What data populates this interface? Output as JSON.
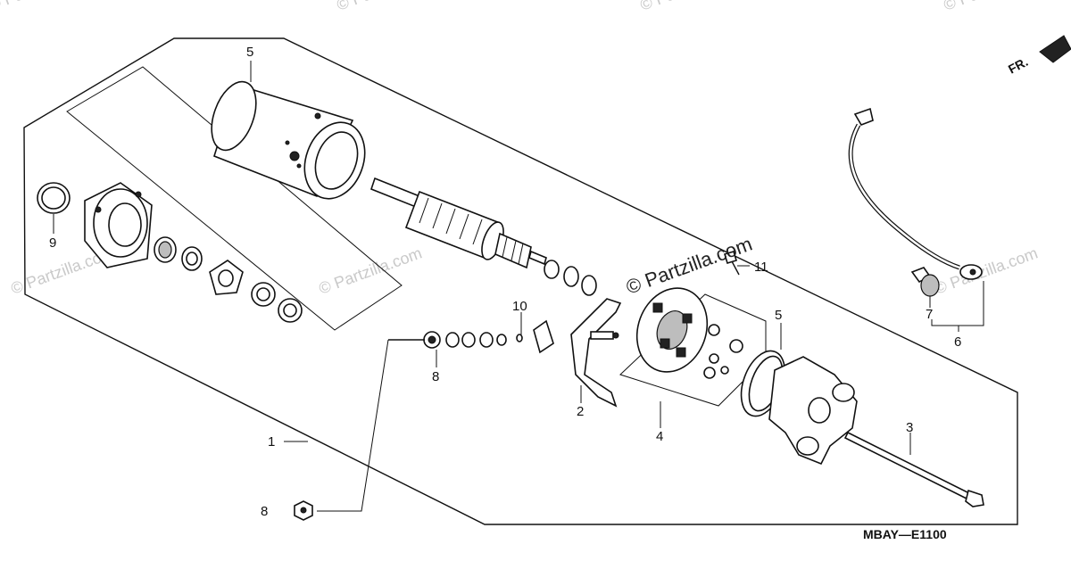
{
  "watermark": {
    "text": "© Partzilla.com"
  },
  "diagram_code": "MBAY—E1100",
  "front_indicator": "FR.",
  "callouts": {
    "c1": "1",
    "c2": "2",
    "c3": "3",
    "c4": "4",
    "c5_top": "5",
    "c5_right": "5",
    "c6": "6",
    "c7": "7",
    "c8_top": "8",
    "c8_bottom": "8",
    "c9": "9",
    "c10": "10",
    "c11": "11"
  }
}
